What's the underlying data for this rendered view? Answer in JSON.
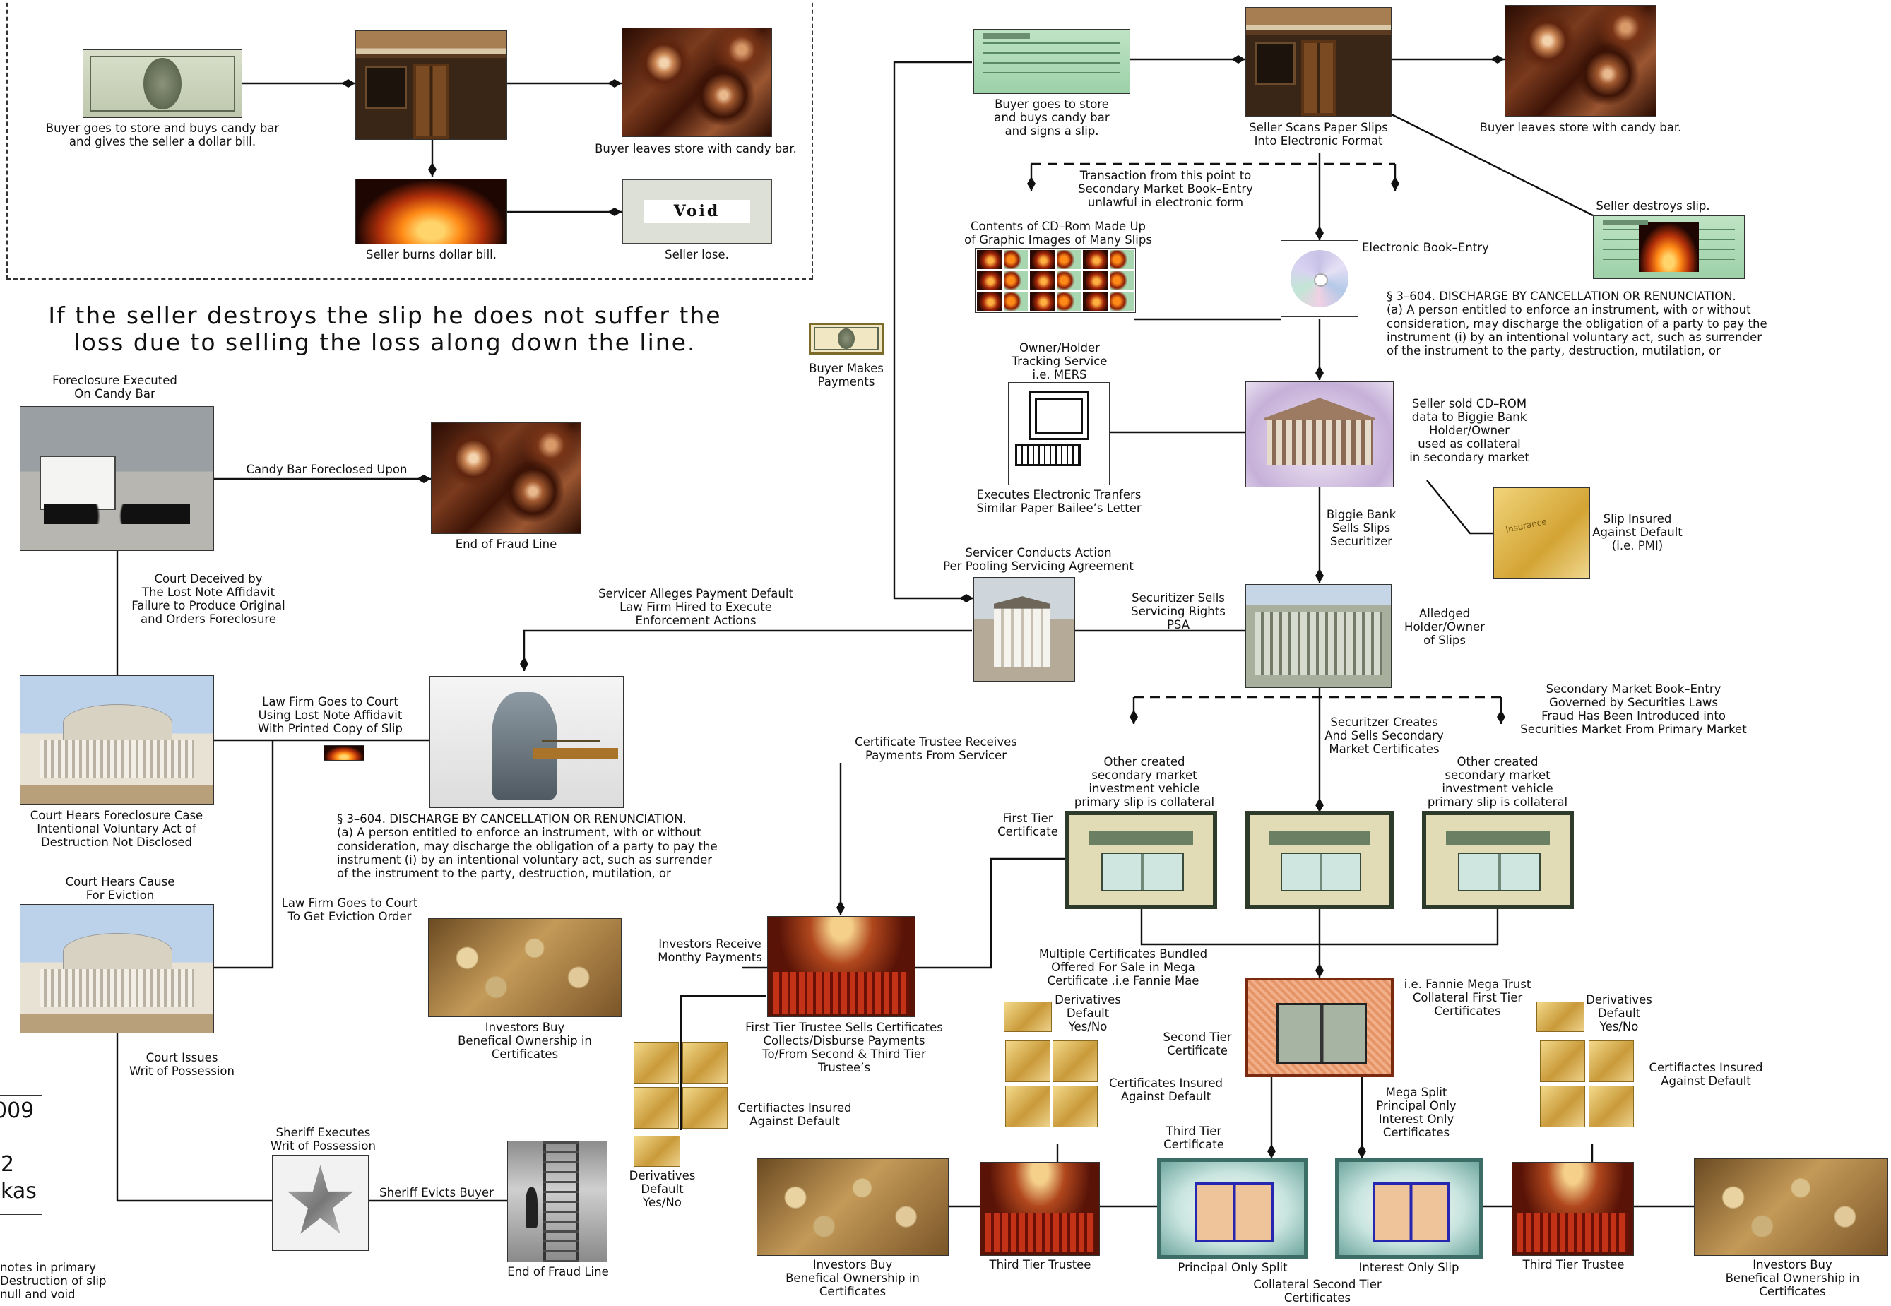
{
  "legend_example": {
    "buyer_pays": "Buyer goes to store and buys candy bar\nand gives the seller a dollar bill.",
    "buyer_leaves": "Buyer leaves store with candy bar.",
    "seller_burns": "Seller burns dollar bill.",
    "seller_lose": "Seller lose.",
    "void_text": "Void"
  },
  "headline": "If the seller destroys the slip he does not suffer the\nloss due to selling the loss along down the line.",
  "top_flow": {
    "buyer_signs": "Buyer goes to store\nand buys candy bar\nand signs a slip.",
    "seller_scans": "Seller Scans Paper Slips\nInto Electronic Format",
    "buyer_leaves": "Buyer leaves store with candy bar.",
    "transaction_note": "Transaction from this point to\nSecondary Market Book–Entry\nunlawful in electronic form",
    "seller_destroys": "Seller destroys slip.",
    "cdrom_contents": "Contents of CD–Rom Made Up\nof Graphic Images of Many Slips",
    "electronic_book_entry": "Electronic Book–Entry",
    "buyer_makes_payments": "Buyer Makes\nPayments",
    "mers": "Owner/Holder\nTracking Service\ni.e. MERS",
    "executes_transfers": "Executes Electronic Tranfers\nSimilar Paper Bailee’s Letter",
    "seller_sold": "Seller sold CD–ROM\ndata to Biggie Bank\nHolder/Owner\nused as collateral\nin secondary market",
    "biggie_bank": "Biggie Bank\nSells Slips\nSecuritizer",
    "slip_insured": "Slip Insured\nAgainst Default\n(i.e. PMI)"
  },
  "statute_top": "§ 3–604.   DISCHARGE BY CANCELLATION OR RENUNCIATION.\n(a)   A person entitled to enforce an instrument, with or without\nconsideration, may discharge the obligation of a party to pay the\ninstrument (i) by an intentional voluntary act, such as surrender\nof the instrument to the party, destruction, mutilation, or",
  "statute_mid": "§ 3–604.   DISCHARGE BY CANCELLATION OR RENUNCIATION.\n(a)   A person entitled to enforce an instrument, with or without\nconsideration, may discharge the obligation of a party to pay the\ninstrument (i) by an intentional voluntary act, such as surrender\nof the instrument to the party, destruction, mutilation, or",
  "foreclosure": {
    "executed": "Foreclosure Executed\nOn Candy Bar",
    "foreclosed_upon": "Candy Bar Foreclosed Upon",
    "end_line_1": "End of Fraud Line",
    "court_deceived": "Court Deceived by\nThe Lost Note Affidavit\nFailure to Produce Original\nand Orders Foreclosure",
    "court_hears_case": "Court Hears Foreclosure Case\nIntentional Voluntary Act of\nDestruction Not Disclosed",
    "law_firm_court": "Law Firm Goes to Court\nUsing Lost Note Affidavit\nWith Printed Copy of Slip",
    "servicer_alleges": "Servicer Alleges Payment Default\nLaw Firm Hired to Execute\nEnforcement Actions",
    "court_hears_eviction": "Court Hears Cause\nFor Eviction",
    "law_firm_eviction": "Law Firm Goes to Court\nTo Get Eviction Order",
    "writ": "Court Issues\nWrit of Possession",
    "sheriff_executes": "Sheriff Executes\nWrit of Possession",
    "sheriff_evicts": "Sheriff Evicts Buyer",
    "end_line_2": "End of Fraud Line"
  },
  "servicing": {
    "servicer_conducts": "Servicer Conducts Action\nPer Pooling Servicing Agreement",
    "securitizer_sells": "Securitizer Sells\nServicing Rights\nPSA",
    "alleged_holder": "Alledged\nHolder/Owner\nof Slips",
    "trustee_receives": "Certificate Trustee Receives\nPayments From Servicer",
    "secondary_market": "Secondary Market Book–Entry\nGoverned by Securities Laws\nFraud Has Been Introduced into\nSecurities Market From Primary Market",
    "securitizer_creates": "Securitzer Creates\nAnd Sells Secondary\nMarket Certificates",
    "other_created_1": "Other created\nsecondary market\ninvestment vehicle\nprimary slip is collateral",
    "other_created_2": "Other created\nsecondary market\ninvestment vehicle\nprimary slip is collateral",
    "first_tier_cert": "First Tier\nCertificate"
  },
  "investors": {
    "receive_monthly": "Investors Receive\nMonthy Payments",
    "buy_beneficial_1": "Investors Buy\nBenefical Ownership in\nCertificates",
    "first_tier_trustee": "First Tier Trustee Sells Certificates\nCollects/Disburse Payments\nTo/From Second & Third Tier\nTrustee’s",
    "insured_1": "Certifiactes Insured\nAgainst Default",
    "derivatives_1": "Derivatives\nDefault\nYes/No",
    "multiple_bundled": "Multiple Certificates Bundled\nOffered For Sale in Mega\nCertificate  .i.e Fannie Mae",
    "fannie": "i.e. Fannie Mega Trust\nCollateral First Tier\nCertificates",
    "derivatives_2": "Derivatives\nDefault\nYes/No",
    "insured_2": "Certificates Insured\nAgainst Default",
    "second_tier": "Second Tier\nCertificate",
    "derivatives_3": "Derivatives\nDefault\nYes/No",
    "insured_3": "Certifiactes Insured\nAgainst Default",
    "mega_split": "Mega Split\nPrincipal Only\nInterest Only\nCertificates",
    "third_tier_cert": "Third Tier\nCertificate",
    "buy_beneficial_2": "Investors Buy\nBenefical Ownership in\nCertificates",
    "third_tier_trustee_1": "Third Tier Trustee",
    "principal_only": "Principal Only Split",
    "collateral_second": "Collateral Second Tier\nCertificates",
    "interest_only": "Interest Only Slip",
    "third_tier_trustee_2": "Third Tier Trustee",
    "buy_beneficial_3": "Investors Buy\nBenefical Ownership in\nCertificates"
  },
  "cutoff": {
    "frame_text": [
      "009",
      "2",
      "kas"
    ],
    "footnote": "notes in primary\nDestruction of slip\nnull and void"
  }
}
